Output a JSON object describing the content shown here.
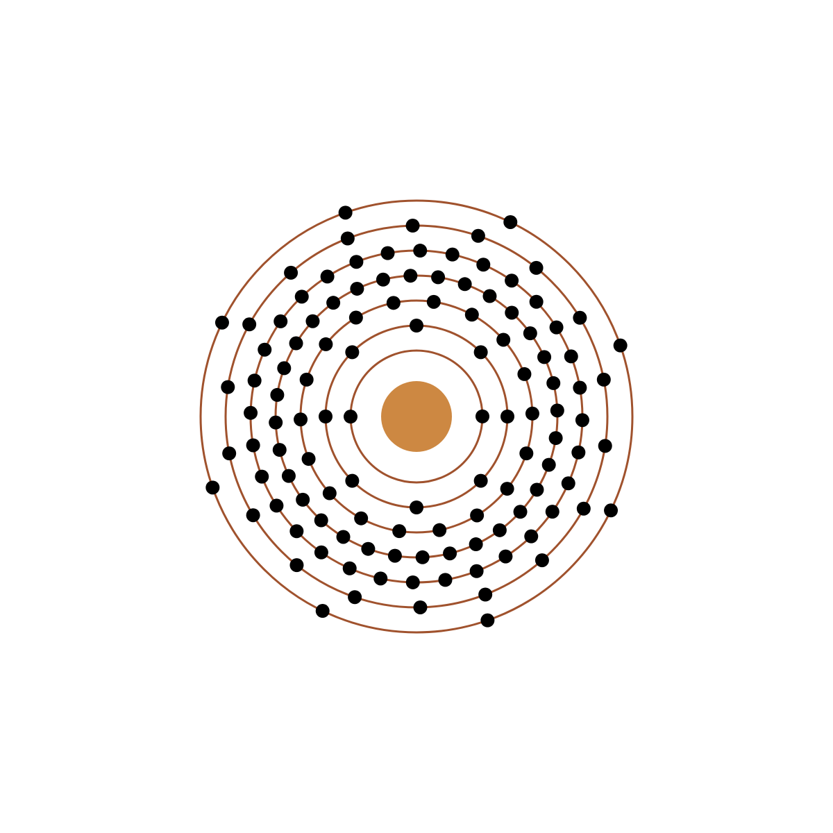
{
  "diagram": {
    "type": "bohr-model",
    "colors": {
      "background": "#ffffff",
      "nucleus": "#cd8842",
      "shell": "#a0522d",
      "electron": "#000000"
    },
    "shells": [
      {
        "electrons": 2
      },
      {
        "electrons": 8
      },
      {
        "electrons": 18
      },
      {
        "electrons": 32
      },
      {
        "electrons": 32
      },
      {
        "electrons": 18
      },
      {
        "electrons": 8
      }
    ]
  }
}
